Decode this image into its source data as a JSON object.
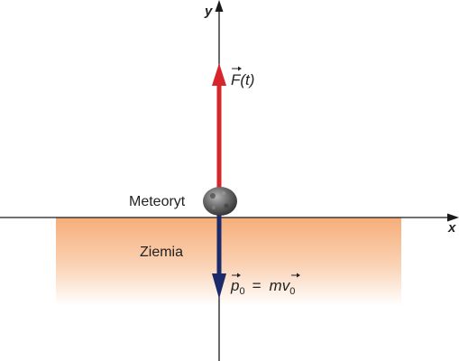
{
  "axes": {
    "x_label": "x",
    "y_label": "y"
  },
  "objects": {
    "meteor_label": "Meteoryt",
    "ground_label": "Ziemia"
  },
  "force": {
    "label": "F(t)",
    "symbol": "F",
    "argument": "(t)",
    "color": "#d7262b"
  },
  "momentum": {
    "label": "p₀ = mv₀",
    "lhs_symbol": "p",
    "lhs_subscript": "0",
    "equals": "=",
    "rhs_mass": "m",
    "rhs_symbol": "v",
    "rhs_subscript": "0",
    "color": "#1b2a6b"
  },
  "colors": {
    "ground_top": "#f6b07e",
    "ground_bottom": "#ffffff",
    "axis": "#1a1a1a",
    "meteor": "#555555"
  }
}
